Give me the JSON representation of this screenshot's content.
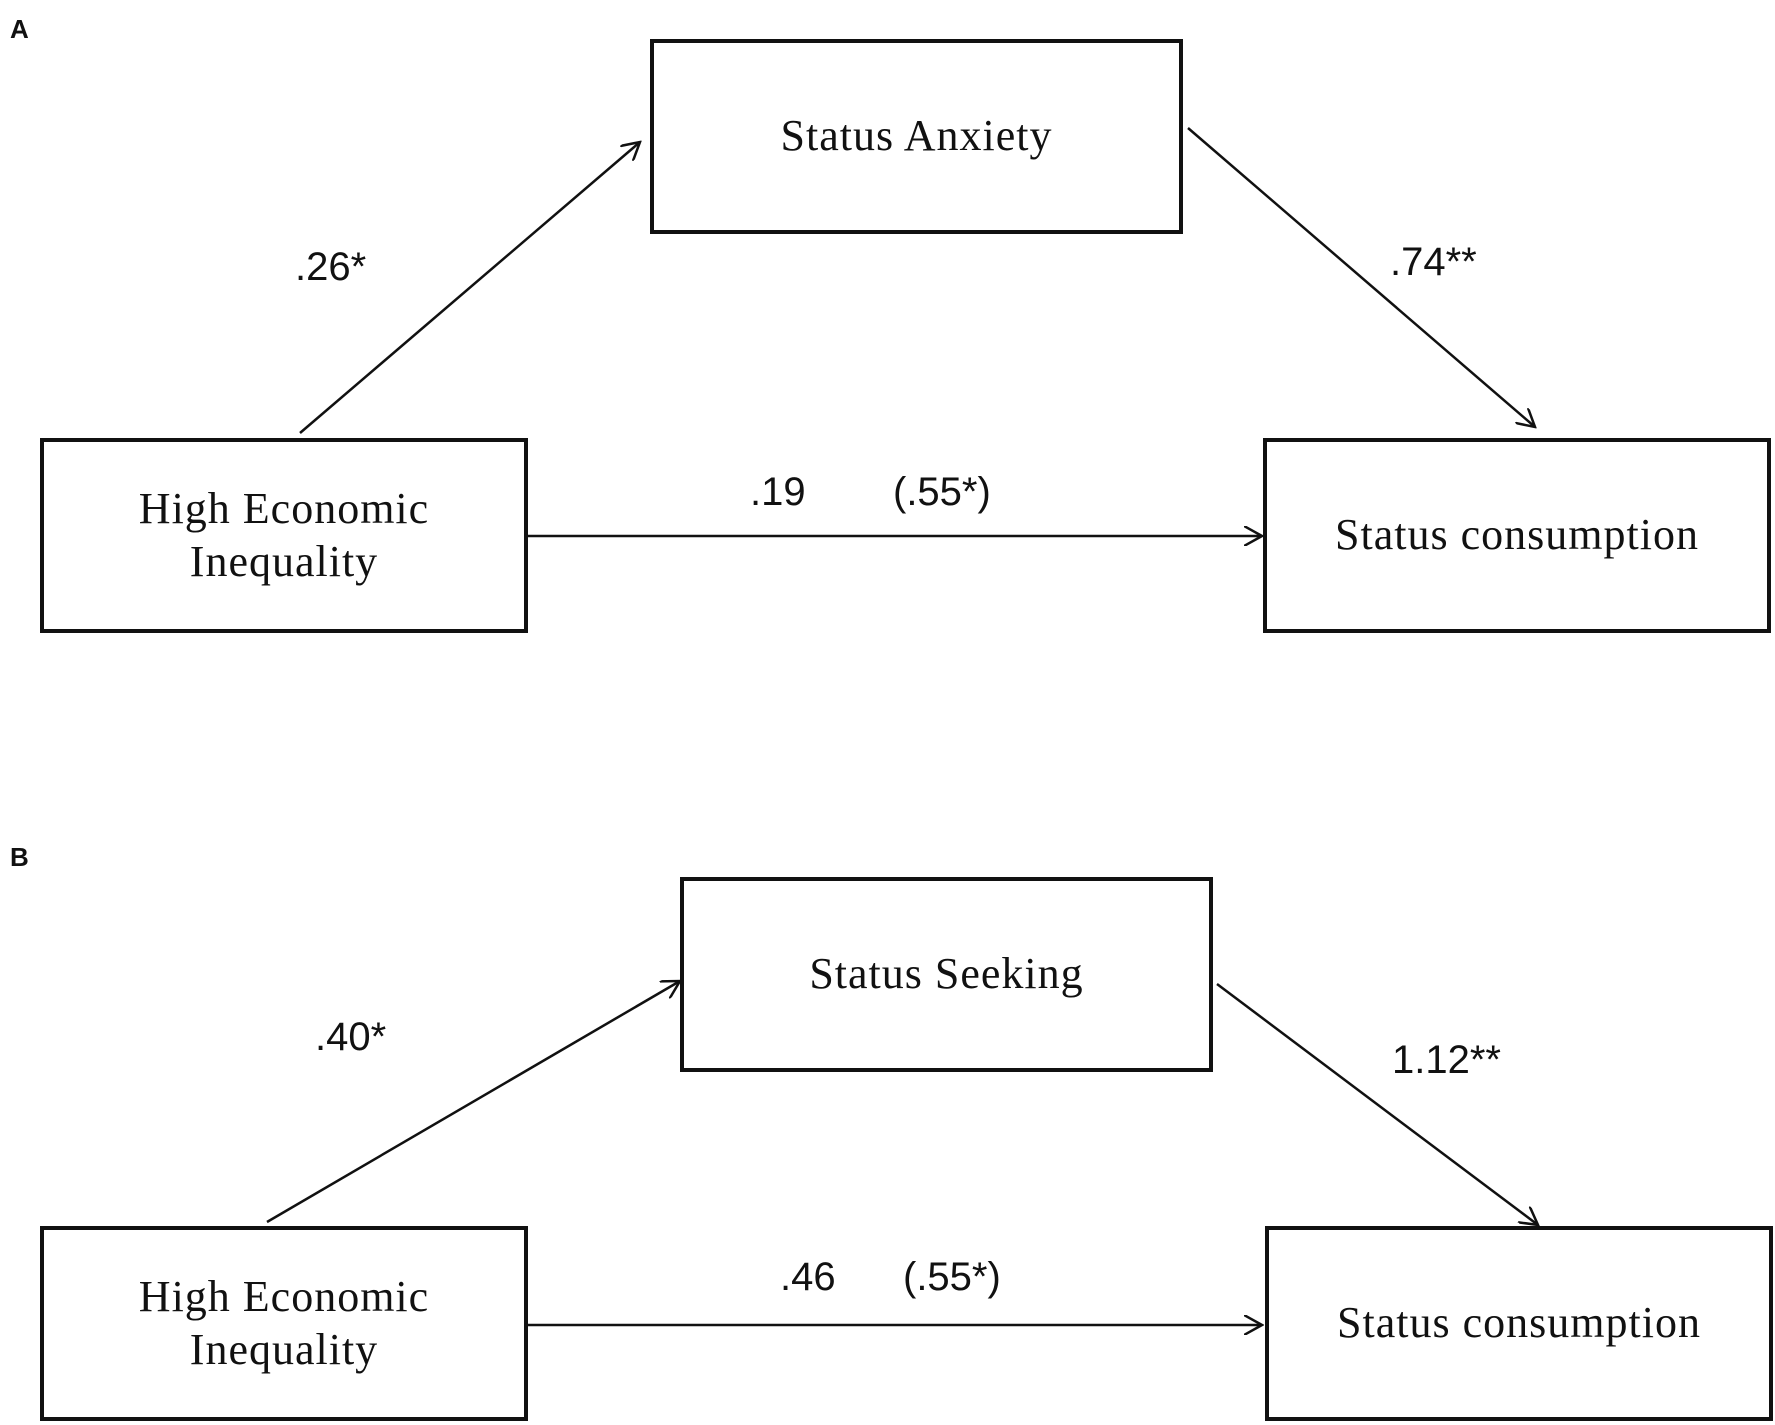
{
  "panels": [
    {
      "letter": "A",
      "nodes": {
        "predictor": {
          "line1": "High Economic",
          "line2": "Inequality"
        },
        "mediator": {
          "label": "Status Anxiety"
        },
        "outcome": {
          "label": "Status consumption"
        }
      },
      "paths": {
        "a": ".26*",
        "b": ".74**",
        "c_direct": ".19",
        "c_total": "(.55*)"
      }
    },
    {
      "letter": "B",
      "nodes": {
        "predictor": {
          "line1": "High Economic",
          "line2": "Inequality"
        },
        "mediator": {
          "label": "Status Seeking"
        },
        "outcome": {
          "label": "Status consumption"
        }
      },
      "paths": {
        "a": ".40*",
        "b": "1.12**",
        "c_direct": ".46",
        "c_total": "(.55*)"
      }
    }
  ]
}
